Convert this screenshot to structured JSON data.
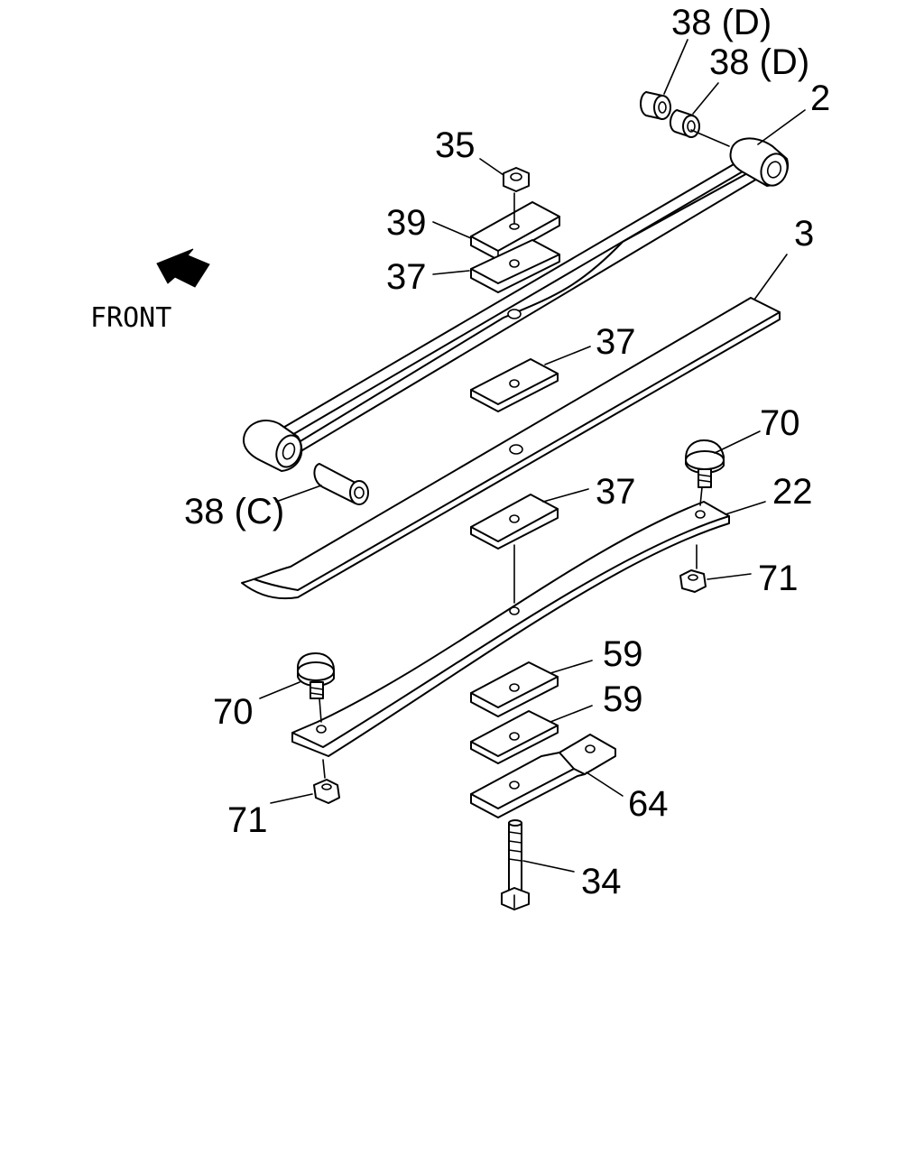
{
  "diagram": {
    "front_label": "FRONT",
    "callouts": {
      "c38d_a": "38 (D)",
      "c38d_b": "38 (D)",
      "c2": "2",
      "c35": "35",
      "c39": "39",
      "c37_a": "37",
      "c3": "3",
      "c37_b": "37",
      "c70_a": "70",
      "c38c": "38 (C)",
      "c37_c": "37",
      "c22": "22",
      "c71_a": "71",
      "c59_a": "59",
      "c70_b": "70",
      "c59_b": "59",
      "c64": "64",
      "c71_b": "71",
      "c34": "34"
    }
  }
}
